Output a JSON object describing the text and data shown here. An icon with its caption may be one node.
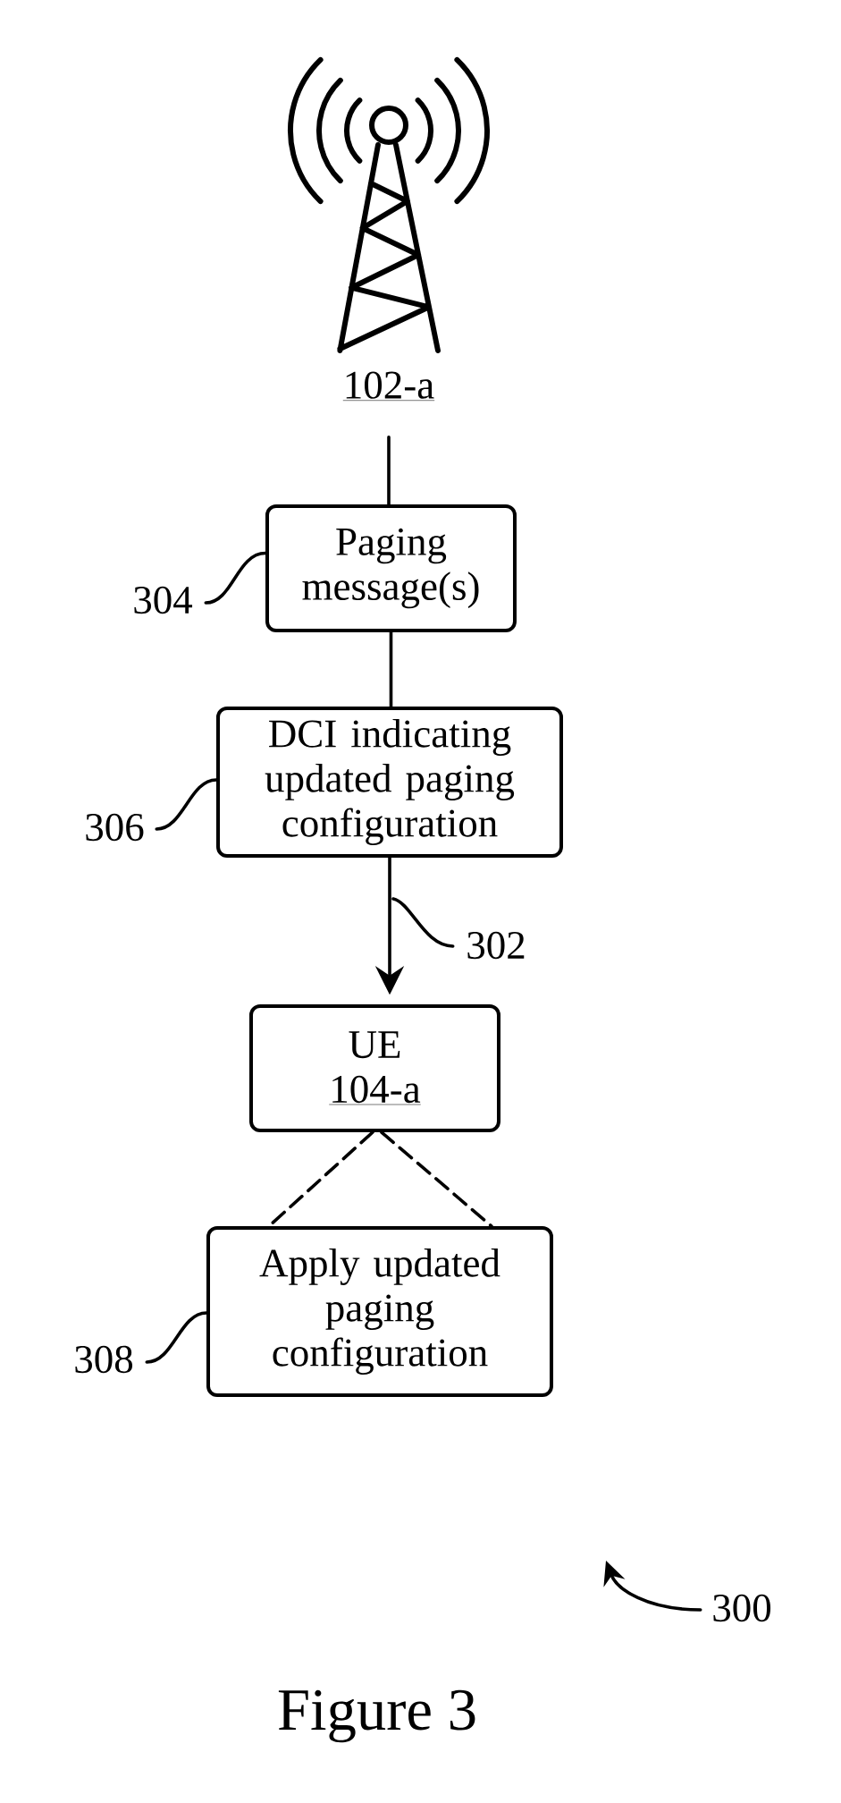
{
  "diagram": {
    "caption": "Figure 3",
    "nodes": [
      {
        "text": [
          "102-a"
        ]
      },
      {
        "text": [
          "Paging message(s)"
        ]
      },
      {
        "text": [
          "304"
        ]
      },
      {
        "text": [
          "DCI indicating updated paging configuration"
        ]
      },
      {
        "text": [
          "306"
        ]
      },
      {
        "text": [
          "302"
        ]
      },
      {
        "text": [
          "UE",
          "104-a"
        ]
      },
      {
        "text": [
          "Apply updated paging configuration"
        ]
      },
      {
        "text": [
          "308"
        ]
      },
      {
        "text": [
          "300"
        ]
      }
    ],
    "edges": [
      {
        "from": 0,
        "to": 1,
        "arrow": "none"
      },
      {
        "from": 1,
        "to": 3,
        "arrow": "none"
      },
      {
        "from": 3,
        "to": 6,
        "arrow": "to"
      },
      {
        "from": 6,
        "to": 7,
        "arrow": "none",
        "style": "dashed"
      },
      {
        "from": 6,
        "to": 7,
        "arrow": "none",
        "style": "dashed"
      },
      {
        "from": 2,
        "to": 1,
        "arrow": "none"
      },
      {
        "from": 4,
        "to": 3,
        "arrow": "none"
      },
      {
        "from": 5,
        "to": null,
        "arrow": "none"
      },
      {
        "from": 8,
        "to": 7,
        "arrow": "none"
      },
      {
        "from": 9,
        "to": null,
        "arrow": "to"
      }
    ]
  }
}
